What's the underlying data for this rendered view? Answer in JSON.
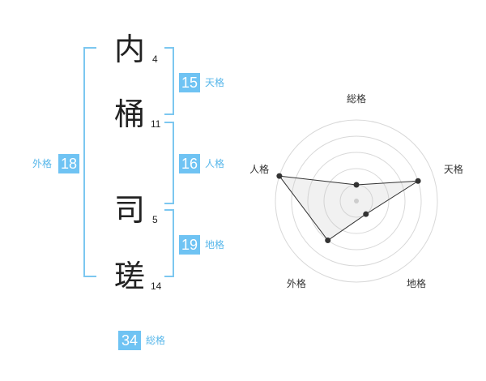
{
  "name_chars": [
    {
      "char": "内",
      "strokes": "4"
    },
    {
      "char": "桶",
      "strokes": "11"
    },
    {
      "char": "司",
      "strokes": "5"
    },
    {
      "char": "瑳",
      "strokes": "14"
    }
  ],
  "scores": {
    "tenkaku": {
      "value": "15",
      "label": "天格"
    },
    "jinkaku": {
      "value": "16",
      "label": "人格"
    },
    "chikaku": {
      "value": "19",
      "label": "地格"
    },
    "gaikaku": {
      "value": "18",
      "label": "外格"
    },
    "soukaku": {
      "value": "34",
      "label": "総格"
    }
  },
  "colors": {
    "accent": "#6fc3f3",
    "bracket": "#7cc7f0"
  },
  "chart_data": {
    "type": "radar",
    "axes": [
      "総格",
      "天格",
      "地格",
      "外格",
      "人格"
    ],
    "values": [
      1,
      4,
      1,
      3,
      5
    ],
    "range": [
      0,
      5
    ],
    "rings": 5
  }
}
